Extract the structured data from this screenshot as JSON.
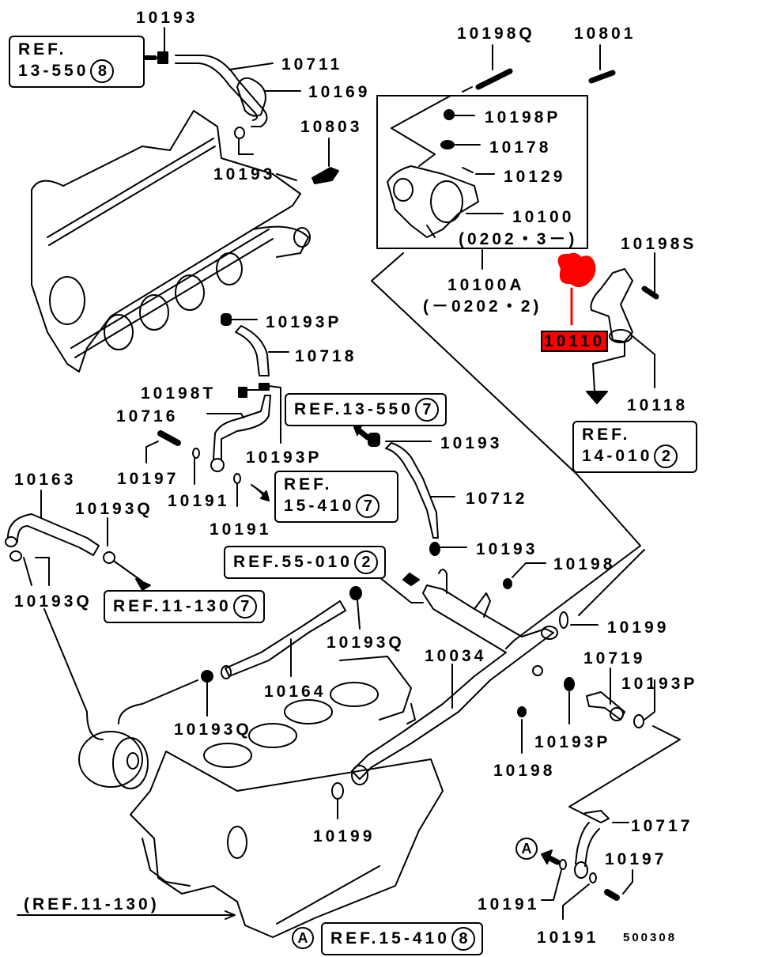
{
  "diagram": {
    "title": "Water pipe & thermostat parts diagram",
    "highlight_color": "#ff0000",
    "highlighted_part": "10110",
    "drawing_code": "500308",
    "labels": {
      "p10193_top": "10193",
      "p10711": "10711",
      "p10169": "10169",
      "p10803": "10803",
      "p10193_head": "10193",
      "p10198Q": "10198Q",
      "p10801": "10801",
      "p10198P": "10198P",
      "p10178": "10178",
      "p10129": "10129",
      "p10100": "10100",
      "p10100_range": "(0202・3－)",
      "p10100A": "10100A",
      "p10100A_range": "(－0202・2)",
      "p10198S": "10198S",
      "p10110": "10110",
      "p10118": "10118",
      "p10193P_a": "10193P",
      "p10718": "10718",
      "p10198T": "10198T",
      "p10716": "10716",
      "p10193P_b": "10193P",
      "p10197_a": "10197",
      "p10191_a": "10191",
      "p10191_b": "10191",
      "p10163": "10163",
      "p10193Q_a": "10193Q",
      "p10193Q_b": "10193Q",
      "p10193_mid": "10193",
      "p10712": "10712",
      "p10193_low": "10193",
      "p10198_a": "10198",
      "p10199_a": "10199",
      "p10193Q_c": "10193Q",
      "p10034": "10034",
      "p10164": "10164",
      "p10193Q_d": "10193Q",
      "p10719": "10719",
      "p10193P_c": "10193P",
      "p10193P_d": "10193P",
      "p10198_b": "10198",
      "p10199_b": "10199",
      "p10717": "10717",
      "p10197_b": "10197",
      "p10191_c": "10191",
      "p10191_d": "10191",
      "ref_11_130_paren": "(REF.11-130)"
    },
    "refs": {
      "r13_550_8": {
        "line1": "REF.",
        "line2": "13-550",
        "num": "8"
      },
      "r14_010_2": {
        "line1": "REF.",
        "line2": "14-010",
        "num": "2"
      },
      "r13_550_7": {
        "text": "REF.13-550",
        "num": "7"
      },
      "r15_410_7": {
        "line1": "REF.",
        "line2": "15-410",
        "num": "7"
      },
      "r55_010_2": {
        "text": "REF.55-010",
        "num": "2"
      },
      "r11_130_7": {
        "text": "REF.11-130",
        "num": "7"
      },
      "r15_410_8": {
        "text": "REF.15-410",
        "num": "8"
      }
    },
    "marker_A": "A"
  }
}
